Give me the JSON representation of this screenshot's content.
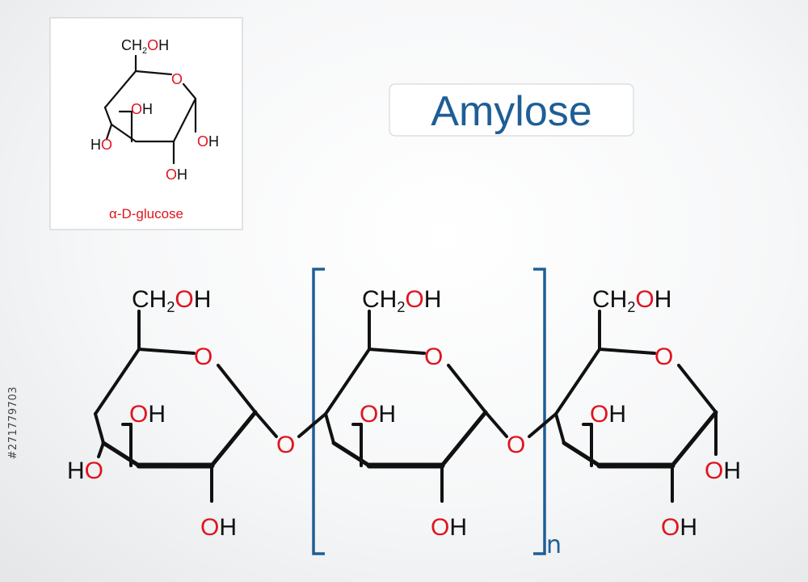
{
  "title": "Amylose",
  "inset_label": "α-D-glucose",
  "watermark_id": "#271779703",
  "repeat_index": "n",
  "atoms": {
    "ch2": "CH",
    "sub2": "2",
    "oh_o": "O",
    "oh_h": "H",
    "ho_h": "H",
    "ho_o": "O",
    "ring_o": "O",
    "link_o": "O"
  },
  "colors": {
    "bond": "#111111",
    "oxygen": "#e0141e",
    "bracket": "#1f5e96",
    "title": "#1f5e96",
    "label": "#e0141e"
  }
}
